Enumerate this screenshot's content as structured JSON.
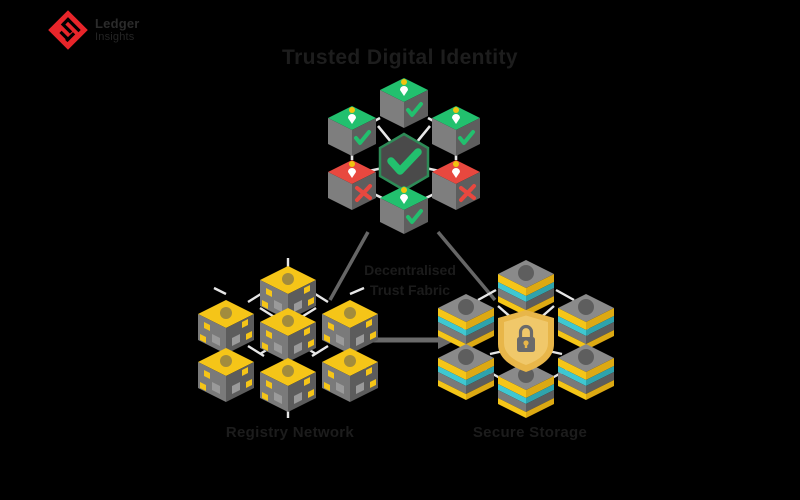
{
  "brand": {
    "name_line1": "Ledger",
    "name_line2": "Insights",
    "logo_icon": "red-diamond-logo-icon"
  },
  "diagram": {
    "title": "Trusted Digital Identity",
    "middle_label_line1": "Decentralised",
    "middle_label_line2": "Trust Fabric",
    "caption_left": "Registry Network",
    "caption_right": "Secure Storage",
    "nodes": {
      "validators": {
        "center_icon": "green-check-hexagon-icon",
        "cubes": [
          {
            "position": "top",
            "state": "verified",
            "face_color": "#22C06E",
            "mark": "check",
            "top_icon": "user-icon",
            "pin_color": "#F1C40F"
          },
          {
            "position": "upper-left",
            "state": "verified",
            "face_color": "#22C06E",
            "mark": "check",
            "top_icon": "user-icon",
            "pin_color": "#F1C40F"
          },
          {
            "position": "upper-right",
            "state": "verified",
            "face_color": "#22C06E",
            "mark": "check",
            "top_icon": "user-icon",
            "pin_color": "#F1C40F"
          },
          {
            "position": "lower-left",
            "state": "rejected",
            "face_color": "#E8483F",
            "mark": "cross",
            "top_icon": "user-icon",
            "pin_color": "#F1C40F"
          },
          {
            "position": "lower-right",
            "state": "rejected",
            "face_color": "#E8483F",
            "mark": "cross",
            "top_icon": "user-icon",
            "pin_color": "#F1C40F"
          },
          {
            "position": "bottom",
            "state": "verified",
            "face_color": "#22C06E",
            "mark": "check",
            "top_icon": "user-icon",
            "pin_color": "#F1C40F"
          }
        ]
      },
      "registry": {
        "cube_count": 7,
        "top_color": "#F5C518",
        "body_color": "#6E6E6E",
        "pattern": "data-dots"
      },
      "secure": {
        "center_icon": "gold-shield-lock-icon",
        "shield_color": "#E8B649",
        "lock_color": "#6A6A6A",
        "server_count": 6,
        "stripe_colors": [
          "#F5C518",
          "#3FC7D1"
        ],
        "top_color": "#8A8A8A"
      }
    },
    "connectors": [
      {
        "name": "validators-to-registry",
        "style": "line",
        "color": "#666666"
      },
      {
        "name": "validators-to-secure",
        "style": "line",
        "color": "#666666"
      },
      {
        "name": "registry-to-secure",
        "style": "arrow",
        "color": "#6A6A6A"
      }
    ]
  },
  "colors": {
    "background": "#000000",
    "brand_red": "#E8252A",
    "success_green": "#22C06E",
    "error_red": "#E8483F",
    "gold": "#F5C518",
    "teal": "#3FC7D1",
    "gray_node": "#6E6E6E"
  }
}
